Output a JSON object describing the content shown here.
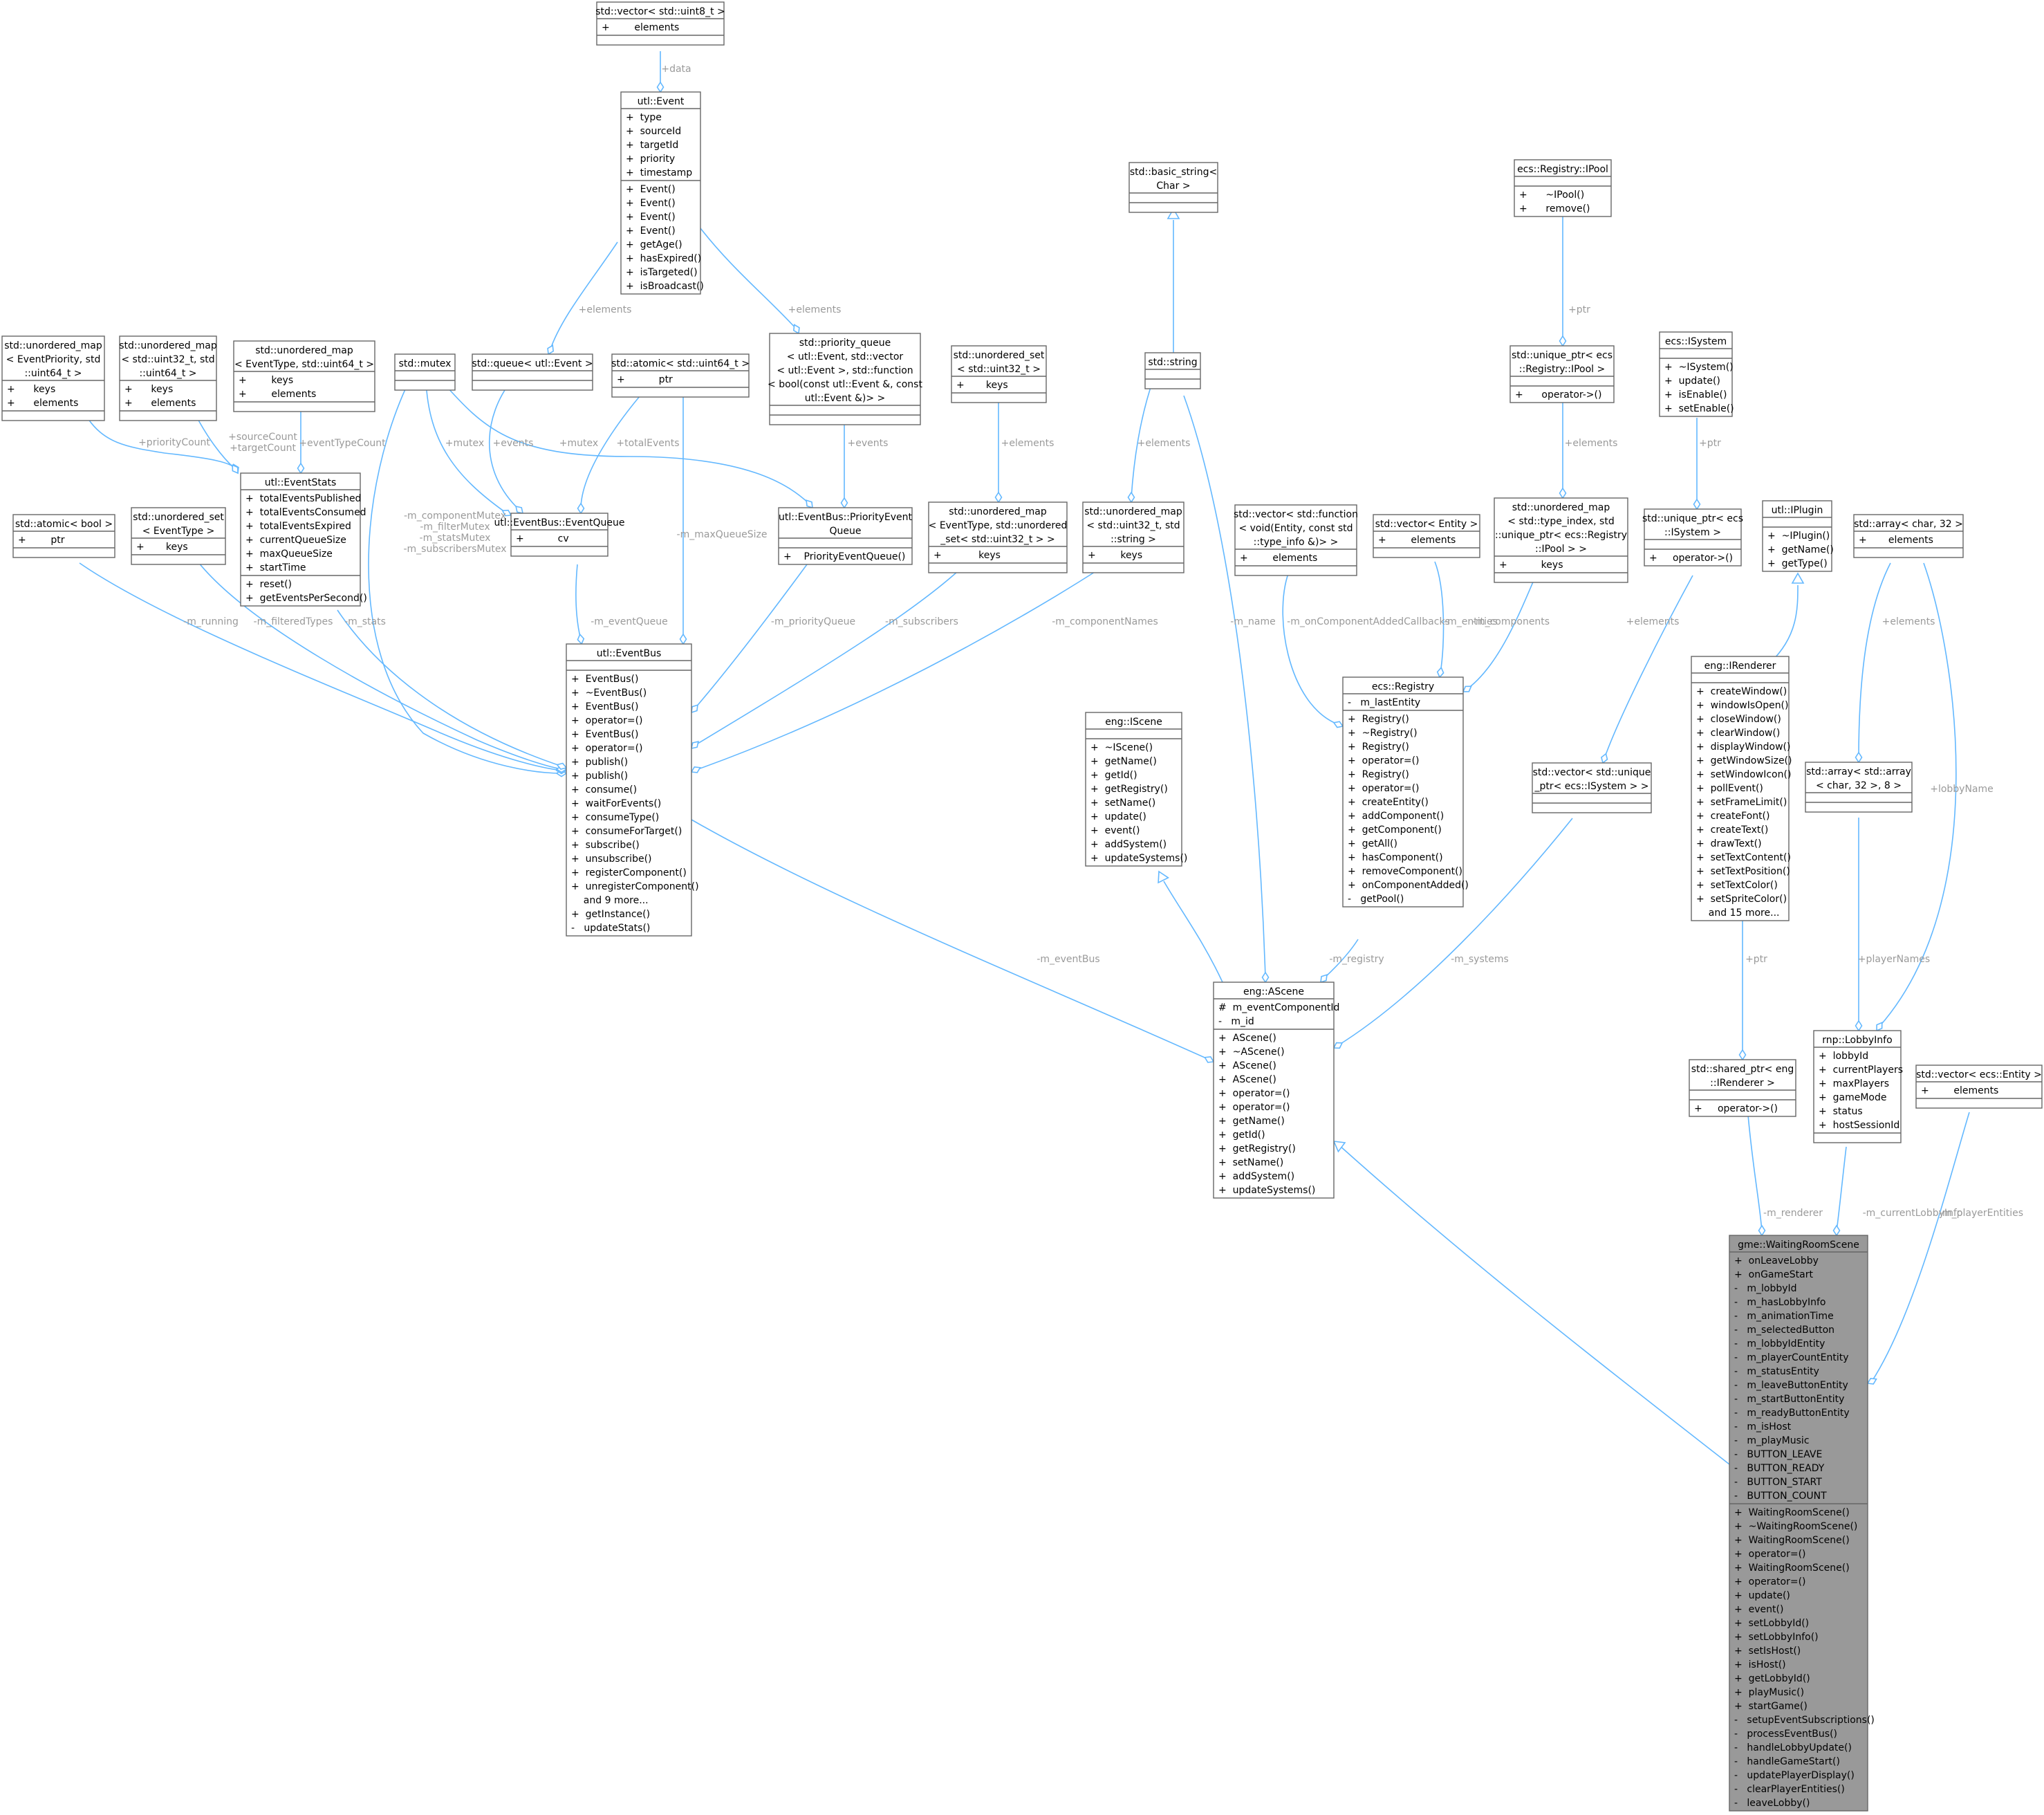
{
  "diagram": {
    "classes": [
      {
        "id": "uint8vec",
        "name": [
          "std::vector< std::uint8_t >"
        ],
        "attrs": [
          "+        elements"
        ],
        "methods": []
      },
      {
        "id": "event",
        "name": [
          "utl::Event"
        ],
        "attrs": [
          "+  type",
          "+  sourceId",
          "+  targetId",
          "+  priority",
          "+  timestamp"
        ],
        "methods": [
          "+  Event()",
          "+  Event()",
          "+  Event()",
          "+  Event()",
          "+  getAge()",
          "+  hasExpired()",
          "+  isTargeted()",
          "+  isBroadcast()"
        ]
      },
      {
        "id": "umapPrio",
        "name": [
          "std::unordered_map",
          "< EventPriority, std",
          "::uint64_t >"
        ],
        "attrs": [
          "+      keys",
          "+      elements"
        ],
        "methods": []
      },
      {
        "id": "umapU32",
        "name": [
          "std::unordered_map",
          "< std::uint32_t, std",
          "::uint64_t >"
        ],
        "attrs": [
          "+      keys",
          "+      elements"
        ],
        "methods": []
      },
      {
        "id": "umapEvType",
        "name": [
          "std::unordered_map",
          "< EventType, std::uint64_t >"
        ],
        "attrs": [
          "+        keys",
          "+        elements"
        ],
        "methods": []
      },
      {
        "id": "mutex",
        "name": [
          "std::mutex"
        ],
        "attrs": [],
        "methods": []
      },
      {
        "id": "queue",
        "name": [
          "std::queue< utl::Event >"
        ],
        "attrs": [],
        "methods": []
      },
      {
        "id": "atomicU64",
        "name": [
          "std::atomic< std::uint64_t >"
        ],
        "attrs": [
          "+           ptr"
        ],
        "methods": []
      },
      {
        "id": "pq",
        "name": [
          "std::priority_queue",
          "< utl::Event, std::vector",
          "< utl::Event >, std::function",
          "< bool(const utl::Event &, const",
          "utl::Event &)> >"
        ],
        "attrs": [],
        "methods": []
      },
      {
        "id": "usetU32",
        "name": [
          "std::unordered_set",
          "< std::uint32_t >"
        ],
        "attrs": [
          "+       keys"
        ],
        "methods": []
      },
      {
        "id": "basicString",
        "name": [
          "std::basic_string<",
          "Char >"
        ],
        "attrs": [],
        "methods": []
      },
      {
        "id": "string",
        "name": [
          "std::string"
        ],
        "attrs": [],
        "methods": []
      },
      {
        "id": "ipool",
        "name": [
          "ecs::Registry::IPool"
        ],
        "attrs": [],
        "methods": [
          "+      ~IPool()",
          "+      remove()"
        ]
      },
      {
        "id": "uptrIPool",
        "name": [
          "std::unique_ptr< ecs",
          "::Registry::IPool >"
        ],
        "attrs": [],
        "methods": [
          "+      operator->()"
        ]
      },
      {
        "id": "isystem",
        "name": [
          "ecs::ISystem"
        ],
        "attrs": [],
        "methods": [
          "+  ~ISystem()",
          "+  update()",
          "+  isEnable()",
          "+  setEnable()"
        ]
      },
      {
        "id": "eventStats",
        "name": [
          "utl::EventStats"
        ],
        "attrs": [
          "+  totalEventsPublished",
          "+  totalEventsConsumed",
          "+  totalEventsExpired",
          "+  currentQueueSize",
          "+  maxQueueSize",
          "+  startTime"
        ],
        "methods": [
          "+  reset()",
          "+  getEventsPerSecond()"
        ]
      },
      {
        "id": "atomicBool",
        "name": [
          "std::atomic< bool >"
        ],
        "attrs": [
          "+        ptr"
        ],
        "methods": []
      },
      {
        "id": "usetEvType",
        "name": [
          "std::unordered_set",
          "< EventType >"
        ],
        "attrs": [
          "+       keys"
        ],
        "methods": []
      },
      {
        "id": "eventQueue",
        "name": [
          "utl::EventBus::EventQueue"
        ],
        "attrs": [
          "+           cv"
        ],
        "methods": []
      },
      {
        "id": "prioQueue",
        "name": [
          "utl::EventBus::PriorityEvent",
          "Queue"
        ],
        "attrs": [],
        "methods": [
          "+    PriorityEventQueue()"
        ]
      },
      {
        "id": "umapSubs",
        "name": [
          "std::unordered_map",
          "< EventType, std::unordered",
          "_set< std::uint32_t > >"
        ],
        "attrs": [
          "+            keys"
        ],
        "methods": []
      },
      {
        "id": "umapNames",
        "name": [
          "std::unordered_map",
          "< std::uint32_t, std",
          "::string >"
        ],
        "attrs": [
          "+        keys"
        ],
        "methods": []
      },
      {
        "id": "vecFunc",
        "name": [
          "std::vector< std::function",
          "< void(Entity, const std",
          "::type_info &)> >"
        ],
        "attrs": [
          "+        elements"
        ],
        "methods": []
      },
      {
        "id": "vecEntity",
        "name": [
          "std::vector< Entity >"
        ],
        "attrs": [
          "+        elements"
        ],
        "methods": []
      },
      {
        "id": "umapPools",
        "name": [
          "std::unordered_map",
          "< std::type_index, std",
          "::unique_ptr< ecs::Registry",
          "::IPool > >"
        ],
        "attrs": [
          "+           keys"
        ],
        "methods": []
      },
      {
        "id": "uptrISystem",
        "name": [
          "std::unique_ptr< ecs",
          "::ISystem >"
        ],
        "attrs": [],
        "methods": [
          "+     operator->()"
        ]
      },
      {
        "id": "iplugin",
        "name": [
          "utl::IPlugin"
        ],
        "attrs": [],
        "methods": [
          "+  ~IPlugin()",
          "+  getName()",
          "+  getType()"
        ]
      },
      {
        "id": "arrChar",
        "name": [
          "std::array< char, 32 >"
        ],
        "attrs": [
          "+       elements"
        ],
        "methods": []
      },
      {
        "id": "eventBus",
        "name": [
          "utl::EventBus"
        ],
        "attrs": [],
        "methods": [
          "+  EventBus()",
          "+  ~EventBus()",
          "+  EventBus()",
          "+  operator=()",
          "+  EventBus()",
          "+  operator=()",
          "+  publish()",
          "+  publish()",
          "+  consume()",
          "+  waitForEvents()",
          "+  consumeType()",
          "+  consumeForTarget()",
          "+  subscribe()",
          "+  unsubscribe()",
          "+  registerComponent()",
          "+  unregisterComponent()",
          "    and 9 more...",
          "+  getInstance()",
          "-   updateStats()"
        ]
      },
      {
        "id": "iscene",
        "name": [
          "eng::IScene"
        ],
        "attrs": [],
        "methods": [
          "+  ~IScene()",
          "+  getName()",
          "+  getId()",
          "+  getRegistry()",
          "+  setName()",
          "+  update()",
          "+  event()",
          "+  addSystem()",
          "+  updateSystems()"
        ]
      },
      {
        "id": "registry",
        "name": [
          "ecs::Registry"
        ],
        "attrs": [
          "-   m_lastEntity"
        ],
        "methods": [
          "+  Registry()",
          "+  ~Registry()",
          "+  Registry()",
          "+  operator=()",
          "+  Registry()",
          "+  operator=()",
          "+  createEntity()",
          "+  addComponent()",
          "+  getComponent()",
          "+  getAll()",
          "+  hasComponent()",
          "+  removeComponent()",
          "+  onComponentAdded()",
          "-   getPool()"
        ]
      },
      {
        "id": "vecSystems",
        "name": [
          "std::vector< std::unique",
          "_ptr< ecs::ISystem > >"
        ],
        "attrs": [],
        "methods": []
      },
      {
        "id": "irenderer",
        "name": [
          "eng::IRenderer"
        ],
        "attrs": [],
        "methods": [
          "+  createWindow()",
          "+  windowIsOpen()",
          "+  closeWindow()",
          "+  clearWindow()",
          "+  displayWindow()",
          "+  getWindowSize()",
          "+  setWindowIcon()",
          "+  pollEvent()",
          "+  setFrameLimit()",
          "+  createFont()",
          "+  createText()",
          "+  drawText()",
          "+  setTextContent()",
          "+  setTextPosition()",
          "+  setTextColor()",
          "+  setSpriteColor()",
          "    and 15 more..."
        ]
      },
      {
        "id": "arrArr",
        "name": [
          "std::array< std::array",
          "< char, 32 >, 8 >"
        ],
        "attrs": [],
        "methods": []
      },
      {
        "id": "ascene",
        "name": [
          "eng::AScene"
        ],
        "attrs": [
          "#  m_eventComponentId",
          "-   m_id"
        ],
        "methods": [
          "+  AScene()",
          "+  ~AScene()",
          "+  AScene()",
          "+  AScene()",
          "+  operator=()",
          "+  operator=()",
          "+  getName()",
          "+  getId()",
          "+  getRegistry()",
          "+  setName()",
          "+  addSystem()",
          "+  updateSystems()"
        ]
      },
      {
        "id": "sptrRenderer",
        "name": [
          "std::shared_ptr< eng",
          "::IRenderer >"
        ],
        "attrs": [],
        "methods": [
          "+     operator->()"
        ]
      },
      {
        "id": "lobbyInfo",
        "name": [
          "rnp::LobbyInfo"
        ],
        "attrs": [
          "+  lobbyId",
          "+  currentPlayers",
          "+  maxPlayers",
          "+  gameMode",
          "+  status",
          "+  hostSessionId"
        ],
        "methods": []
      },
      {
        "id": "vecEcsEntity",
        "name": [
          "std::vector< ecs::Entity >"
        ],
        "attrs": [
          "+        elements"
        ],
        "methods": []
      },
      {
        "id": "waitingRoom",
        "name": [
          "gme::WaitingRoomScene"
        ],
        "highlight": true,
        "attrs": [
          "+  onLeaveLobby",
          "+  onGameStart",
          "-   m_lobbyId",
          "-   m_hasLobbyInfo",
          "-   m_animationTime",
          "-   m_selectedButton",
          "-   m_lobbyIdEntity",
          "-   m_playerCountEntity",
          "-   m_statusEntity",
          "-   m_leaveButtonEntity",
          "-   m_startButtonEntity",
          "-   m_readyButtonEntity",
          "-   m_isHost",
          "-   m_playMusic",
          "-   BUTTON_LEAVE",
          "-   BUTTON_READY",
          "-   BUTTON_START",
          "-   BUTTON_COUNT"
        ],
        "methods": [
          "+  WaitingRoomScene()",
          "+  ~WaitingRoomScene()",
          "+  WaitingRoomScene()",
          "+  operator=()",
          "+  WaitingRoomScene()",
          "+  operator=()",
          "+  update()",
          "+  event()",
          "+  setLobbyId()",
          "+  setLobbyInfo()",
          "+  setIsHost()",
          "+  isHost()",
          "+  getLobbyId()",
          "+  playMusic()",
          "+  startGame()",
          "-   setupEventSubscriptions()",
          "-   processEventBus()",
          "-   handleLobbyUpdate()",
          "-   handleGameStart()",
          "-   updatePlayerDisplay()",
          "-   clearPlayerEntities()",
          "-   leaveLobby()"
        ]
      }
    ],
    "edges": [
      {
        "id": "e_data",
        "label": [
          "+data"
        ]
      },
      {
        "id": "e_q_el",
        "label": [
          "+elements"
        ]
      },
      {
        "id": "e_pq_el",
        "label": [
          "+elements"
        ]
      },
      {
        "id": "e_prio",
        "label": [
          "+priorityCount"
        ]
      },
      {
        "id": "e_srctgt",
        "label": [
          "+sourceCount",
          "+targetCount"
        ]
      },
      {
        "id": "e_evtype",
        "label": [
          "+eventTypeCount"
        ]
      },
      {
        "id": "e_mutex1",
        "label": [
          "+mutex"
        ]
      },
      {
        "id": "e_events",
        "label": [
          "+events"
        ]
      },
      {
        "id": "e_total",
        "label": [
          "+totalEvents"
        ]
      },
      {
        "id": "e_mutex2",
        "label": [
          "+mutex"
        ]
      },
      {
        "id": "e_pq_events",
        "label": [
          "+events"
        ]
      },
      {
        "id": "e_uset_el",
        "label": [
          "+elements"
        ]
      },
      {
        "id": "e_str_el",
        "label": [
          "+elements"
        ]
      },
      {
        "id": "e_ptr_pool",
        "label": [
          "+ptr"
        ]
      },
      {
        "id": "e_pool_el",
        "label": [
          "+elements"
        ]
      },
      {
        "id": "e_ptr_sys",
        "label": [
          "+ptr"
        ]
      },
      {
        "id": "e_mutexes",
        "label": [
          "-m_componentMutex",
          "-m_filterMutex",
          "-m_statsMutex",
          "-m_subscribersMutex"
        ]
      },
      {
        "id": "e_maxq",
        "label": [
          "-m_maxQueueSize"
        ]
      },
      {
        "id": "e_running",
        "label": [
          "-m_running"
        ]
      },
      {
        "id": "e_filtered",
        "label": [
          "-m_filteredTypes"
        ]
      },
      {
        "id": "e_stats",
        "label": [
          "-m_stats"
        ]
      },
      {
        "id": "e_evq",
        "label": [
          "-m_eventQueue"
        ]
      },
      {
        "id": "e_prioq",
        "label": [
          "-m_priorityQueue"
        ]
      },
      {
        "id": "e_subs",
        "label": [
          "-m_subscribers"
        ]
      },
      {
        "id": "e_compnames",
        "label": [
          "-m_componentNames"
        ]
      },
      {
        "id": "e_name",
        "label": [
          "-m_name"
        ]
      },
      {
        "id": "e_cbs",
        "label": [
          "-m_onComponentAddedCallbacks"
        ]
      },
      {
        "id": "e_entities",
        "label": [
          "-m_entities"
        ]
      },
      {
        "id": "e_components",
        "label": [
          "-m_components"
        ]
      },
      {
        "id": "e_sys_el",
        "label": [
          "+elements"
        ]
      },
      {
        "id": "e_arr_el",
        "label": [
          "+elements"
        ]
      },
      {
        "id": "e_lobbyname",
        "label": [
          "+lobbyName"
        ]
      },
      {
        "id": "e_eventbus",
        "label": [
          "-m_eventBus"
        ]
      },
      {
        "id": "e_registry",
        "label": [
          "-m_registry"
        ]
      },
      {
        "id": "e_systems",
        "label": [
          "-m_systems"
        ]
      },
      {
        "id": "e_ptr_rend",
        "label": [
          "+ptr"
        ]
      },
      {
        "id": "e_playernames",
        "label": [
          "+playerNames"
        ]
      },
      {
        "id": "e_renderer",
        "label": [
          "-m_renderer"
        ]
      },
      {
        "id": "e_curlobby",
        "label": [
          "-m_currentLobbyInfo"
        ]
      },
      {
        "id": "e_playerents",
        "label": [
          "-m_playerEntities"
        ]
      },
      {
        "id": "g_basic",
        "label": []
      },
      {
        "id": "g_plugin",
        "label": []
      },
      {
        "id": "g_iscene",
        "label": []
      },
      {
        "id": "g_ascene",
        "label": []
      }
    ]
  }
}
